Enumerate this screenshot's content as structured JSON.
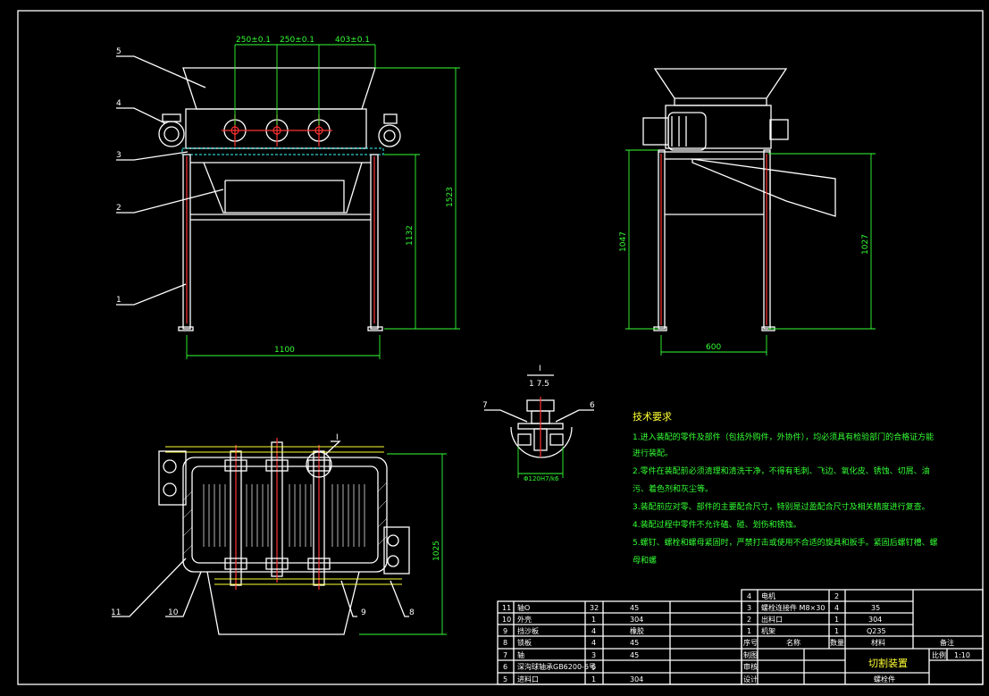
{
  "dimensions": {
    "top_1": "250±0.1",
    "top_2": "250±0.1",
    "top_3": "403±0.1",
    "front_height_total": "1523",
    "front_height_frame": "1132",
    "front_width": "1100",
    "side_height_left": "1047",
    "side_height_right": "1027",
    "side_width": "600",
    "plan_height": "1025",
    "detail_dia": "Φ120H7/k6"
  },
  "balloons": {
    "front": [
      "5",
      "4",
      "3",
      "2",
      "1"
    ],
    "plan": [
      "11",
      "10",
      "9",
      "8"
    ],
    "plan_section": "I",
    "detail": [
      "7",
      "6"
    ]
  },
  "detail": {
    "label": "I",
    "scale": "1 7.5"
  },
  "tech_requirements": {
    "title": "技术要求",
    "items": [
      "1.进入装配的零件及部件（包括外购件，外协件），均必须具有检验部门的合格证方能",
      "进行装配。",
      "2.零件在装配前必须清理和清洗干净，不得有毛刺、飞边、氧化皮、锈蚀、切屑、油",
      "污、着色剂和灰尘等。",
      "3.装配前应对零、部件的主要配合尺寸，特别是过盈配合尺寸及相关精度进行复查。",
      "4.装配过程中零件不允许磕、碰、划伤和锈蚀。",
      "5.螺钉、螺栓和螺母紧固时，严禁打击或使用不合适的旋具和扳手。紧固后螺钉槽、螺",
      "母和螺"
    ]
  },
  "bom_left": [
    {
      "no": "11",
      "name": "轴O",
      "qty": "32",
      "mat": "45"
    },
    {
      "no": "10",
      "name": "外壳",
      "qty": "1",
      "mat": "304"
    },
    {
      "no": "9",
      "name": "挡沙板",
      "qty": "4",
      "mat": "橡胶"
    },
    {
      "no": "8",
      "name": "锁板",
      "qty": "4",
      "mat": "45"
    },
    {
      "no": "7",
      "name": "轴",
      "qty": "3",
      "mat": "45"
    },
    {
      "no": "6",
      "name": "深沟球轴承GB6200-6号",
      "qty": "6",
      "mat": ""
    },
    {
      "no": "5",
      "name": "进料口",
      "qty": "1",
      "mat": "304"
    }
  ],
  "bom_right": [
    {
      "no": "4",
      "name": "电机",
      "qty": "2",
      "mat": ""
    },
    {
      "no": "3",
      "name": "螺栓连接件 M8×30",
      "qty": "4",
      "mat": "35"
    },
    {
      "no": "2",
      "name": "出料口",
      "qty": "1",
      "mat": "304"
    },
    {
      "no": "1",
      "name": "机架",
      "qty": "1",
      "mat": "Q235"
    }
  ],
  "bom_header": {
    "no": "序号",
    "name": "名称",
    "qty": "数量",
    "mat": "材料",
    "note": "备注"
  },
  "title_block": {
    "drawing_title": "切割装置",
    "ratio_label": "比例",
    "ratio": "1:10",
    "row_label_1": "制图",
    "row_label_2": "审核",
    "row_label_3": "设计",
    "footer": "螺栓件"
  },
  "colors": {
    "background": "#000000",
    "outline": "#ffffff",
    "center": "#ff3333",
    "dimension": "#33ff33",
    "text": "#ffff33",
    "hidden": "#33ffff"
  }
}
